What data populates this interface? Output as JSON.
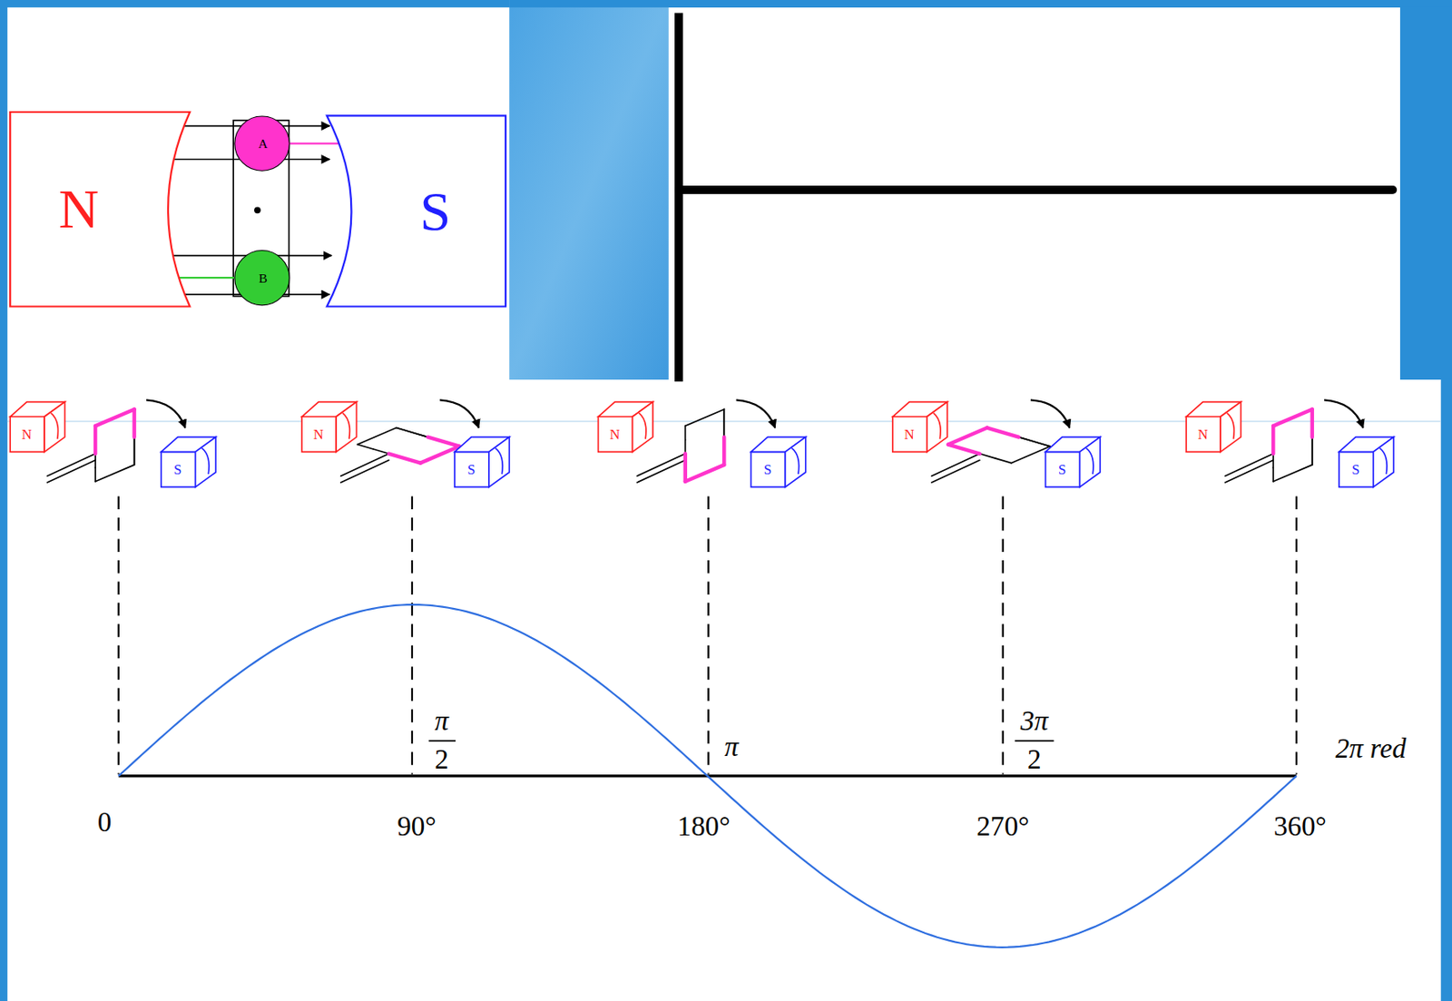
{
  "diagram": {
    "nodes": [
      {
        "text": [
          "N"
        ]
      },
      {
        "text": [
          "S"
        ]
      },
      {
        "text": [
          "A"
        ]
      },
      {
        "text": [
          "B"
        ]
      },
      {
        "text": [
          "N"
        ]
      },
      {
        "text": [
          "S"
        ]
      },
      {
        "text": [
          "N"
        ]
      },
      {
        "text": [
          "S"
        ]
      },
      {
        "text": [
          "N"
        ]
      },
      {
        "text": [
          "S"
        ]
      },
      {
        "text": [
          "N"
        ]
      },
      {
        "text": [
          "S"
        ]
      },
      {
        "text": [
          "N"
        ]
      },
      {
        "text": [
          "S"
        ]
      }
    ],
    "labels": [
      "π",
      "2",
      "π",
      "3π",
      "2",
      "2π red",
      "0",
      "90°",
      "180°",
      "270°",
      "360°"
    ]
  }
}
